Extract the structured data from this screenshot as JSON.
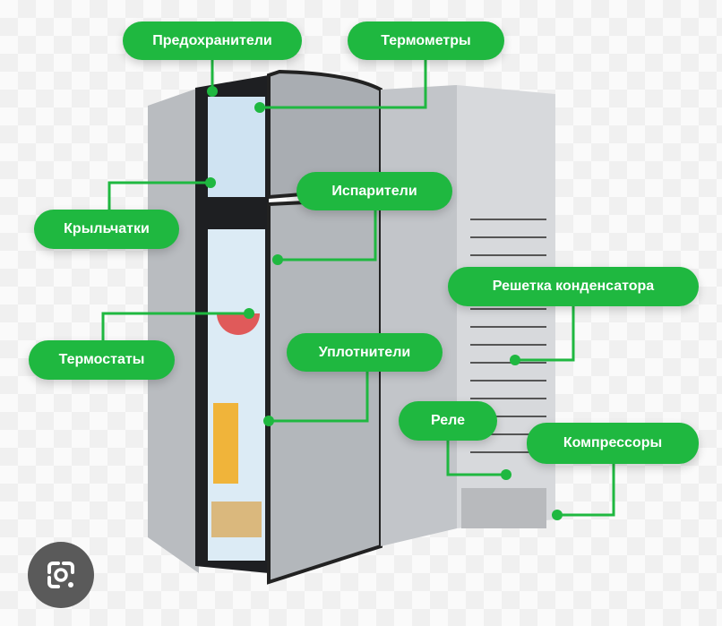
{
  "labels": {
    "fuses": "Предохранители",
    "thermometers": "Термометры",
    "evaporators": "Испарители",
    "fans": "Крыльчатки",
    "thermostats": "Термостаты",
    "seals": "Уплотнители",
    "condenser_grid": "Решетка конденсатора",
    "relay": "Реле",
    "compressors": "Компрессоры"
  },
  "colors": {
    "accent": "#1fb840",
    "lens_button": "#5a5a5a"
  },
  "icons": {
    "lens": "google-lens-icon"
  }
}
